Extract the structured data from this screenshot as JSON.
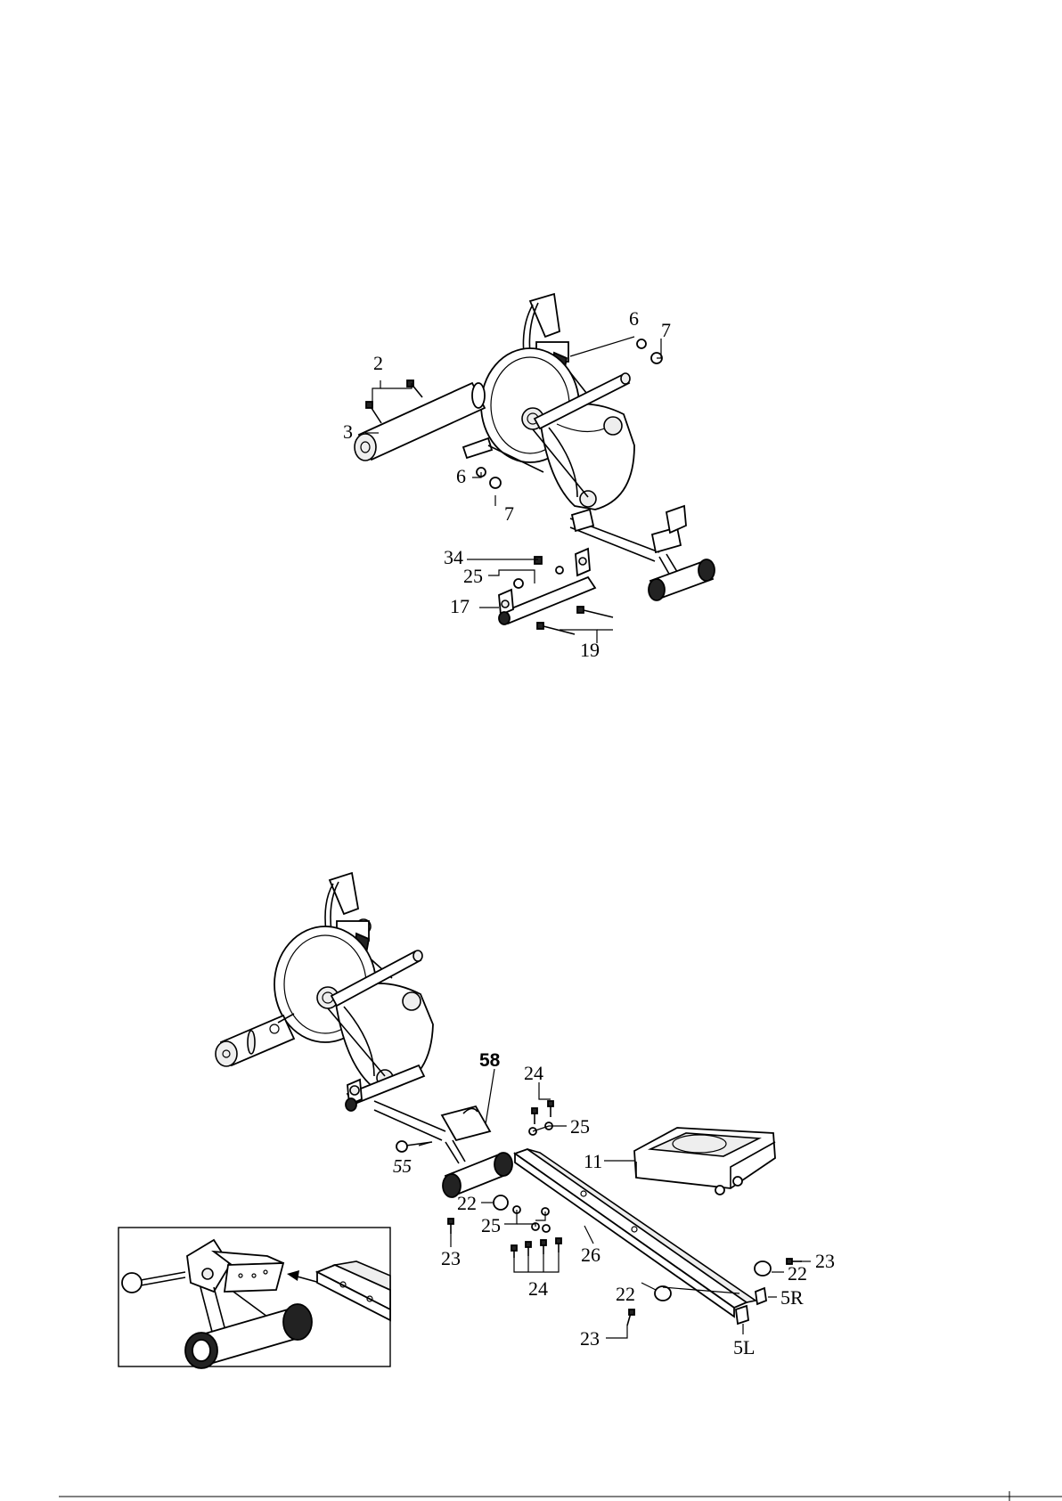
{
  "diagram1": {
    "callouts": {
      "c2": "2",
      "c3": "3",
      "c6a": "6",
      "c7a": "7",
      "c6b": "6",
      "c7b": "7",
      "c34": "34",
      "c25": "25",
      "c17": "17",
      "c19": "19"
    }
  },
  "diagram2": {
    "callouts": {
      "c58": "58",
      "c24a": "24",
      "c25a": "25",
      "c55": "55",
      "c11": "11",
      "c22a": "22",
      "c25b": "25",
      "c23a": "23",
      "c26": "26",
      "c24b": "24",
      "c23b": "23",
      "c22b": "22",
      "c5R": "5R",
      "c22c": "22",
      "c23c": "23",
      "c5L": "5L"
    }
  }
}
